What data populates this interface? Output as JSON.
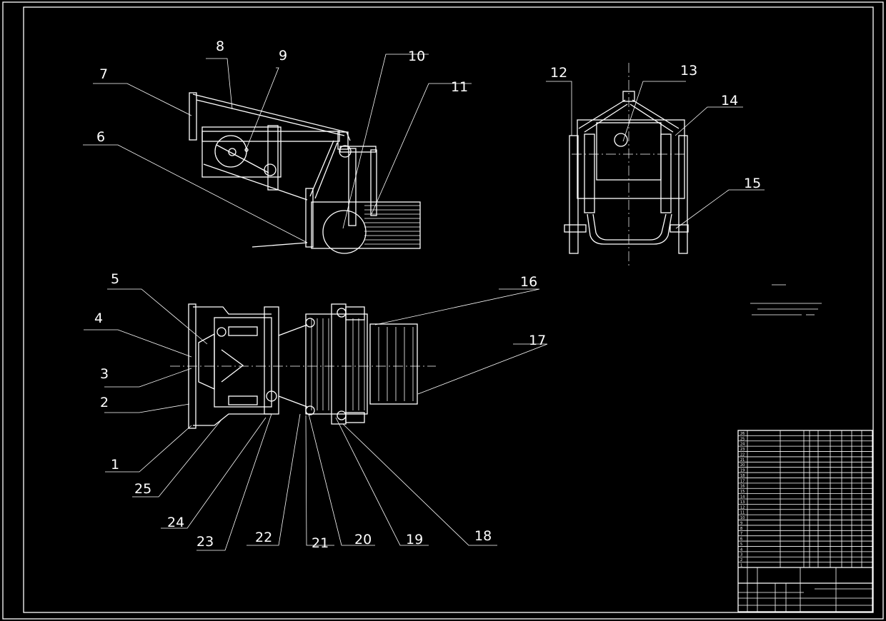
{
  "balloons": [
    {
      "id": "1",
      "text": "1"
    },
    {
      "id": "2",
      "text": "2"
    },
    {
      "id": "3",
      "text": "3"
    },
    {
      "id": "4",
      "text": "4"
    },
    {
      "id": "5",
      "text": "5"
    },
    {
      "id": "6",
      "text": "6"
    },
    {
      "id": "7",
      "text": "7"
    },
    {
      "id": "8",
      "text": "8"
    },
    {
      "id": "9",
      "text": "9"
    },
    {
      "id": "10",
      "text": "10"
    },
    {
      "id": "11",
      "text": "11"
    },
    {
      "id": "12",
      "text": "12"
    },
    {
      "id": "13",
      "text": "13"
    },
    {
      "id": "14",
      "text": "14"
    },
    {
      "id": "15",
      "text": "15"
    },
    {
      "id": "16",
      "text": "16"
    },
    {
      "id": "17",
      "text": "17"
    },
    {
      "id": "18",
      "text": "18"
    },
    {
      "id": "19",
      "text": "19"
    },
    {
      "id": "20",
      "text": "20"
    },
    {
      "id": "21",
      "text": "21"
    },
    {
      "id": "22",
      "text": "22"
    },
    {
      "id": "23",
      "text": "23"
    },
    {
      "id": "24",
      "text": "24"
    },
    {
      "id": "25",
      "text": "25"
    }
  ],
  "parts_list_rows": [
    "26",
    "25",
    "24",
    "23",
    "22",
    "21",
    "20",
    "19",
    "18",
    "17",
    "16",
    "15",
    "14",
    "13",
    "12",
    "11",
    "10",
    "9",
    "8",
    "7",
    "6",
    "5",
    "4",
    "3",
    "2",
    "1"
  ],
  "colors": {
    "background": "#000000",
    "lines": "#ffffff"
  }
}
